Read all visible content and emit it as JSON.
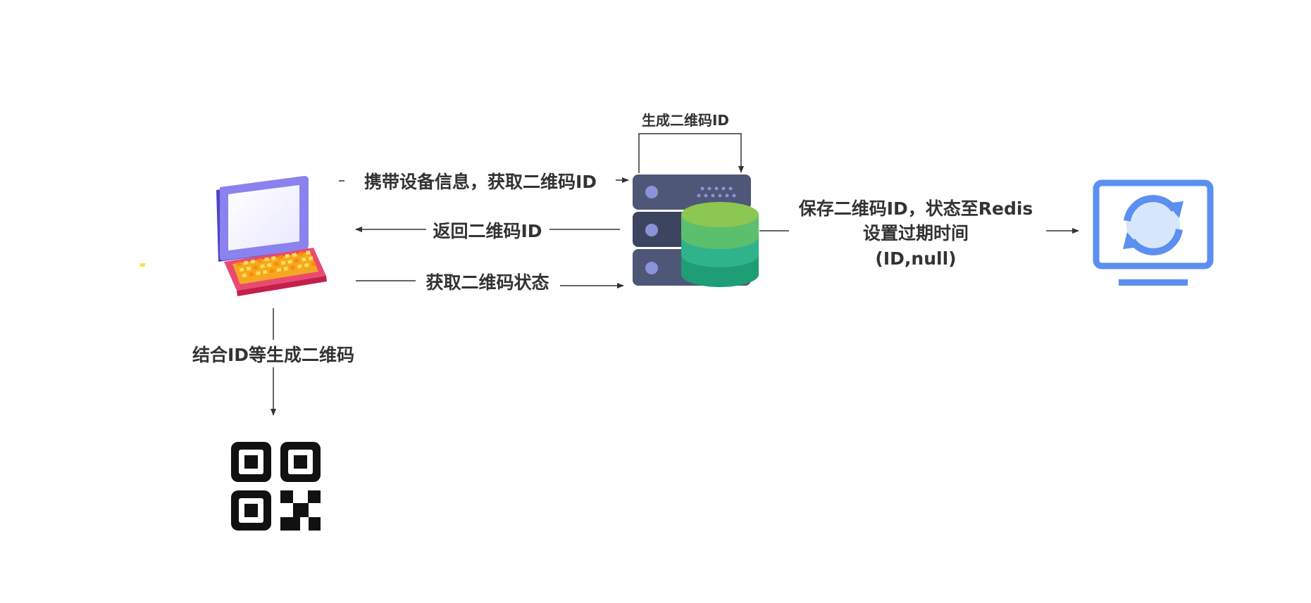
{
  "labels": {
    "self_loop": "生成二维码ID",
    "request_id": "携带设备信息，获取二维码ID",
    "return_id": "返回二维码ID",
    "poll_status": "获取二维码状态",
    "save_line1": "保存二维码ID，状态至Redis",
    "save_line2": "设置过期时间",
    "save_line3": "(ID,null)",
    "generate_qr": "结合ID等生成二维码"
  },
  "icons": {
    "client": "laptop-icon",
    "server": "server-database-icon",
    "redis": "monitor-refresh-icon",
    "qrcode": "qr-code-icon"
  },
  "colors": {
    "line": "#333333",
    "text": "#333333",
    "laptop_frame": "#6a62e6",
    "laptop_base": "#e63f6b",
    "laptop_keys": "#ffb300",
    "server": "#4f5778",
    "database": "#2fb38a",
    "monitor": "#5b8ff0"
  }
}
